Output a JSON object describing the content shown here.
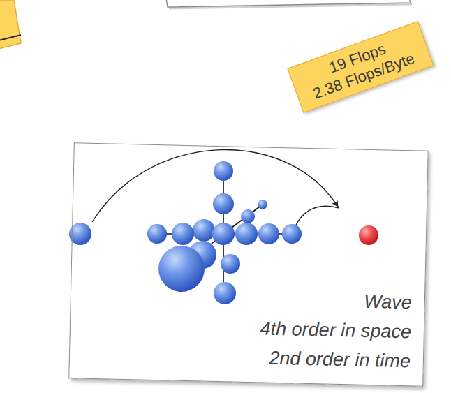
{
  "diagram": {
    "nodes": [
      {
        "text": [
          "19 Flops",
          "2.38 Flops/Byte"
        ]
      },
      {
        "text": [
          "Wave",
          "4th order in space",
          "2nd order in time"
        ]
      }
    ]
  }
}
